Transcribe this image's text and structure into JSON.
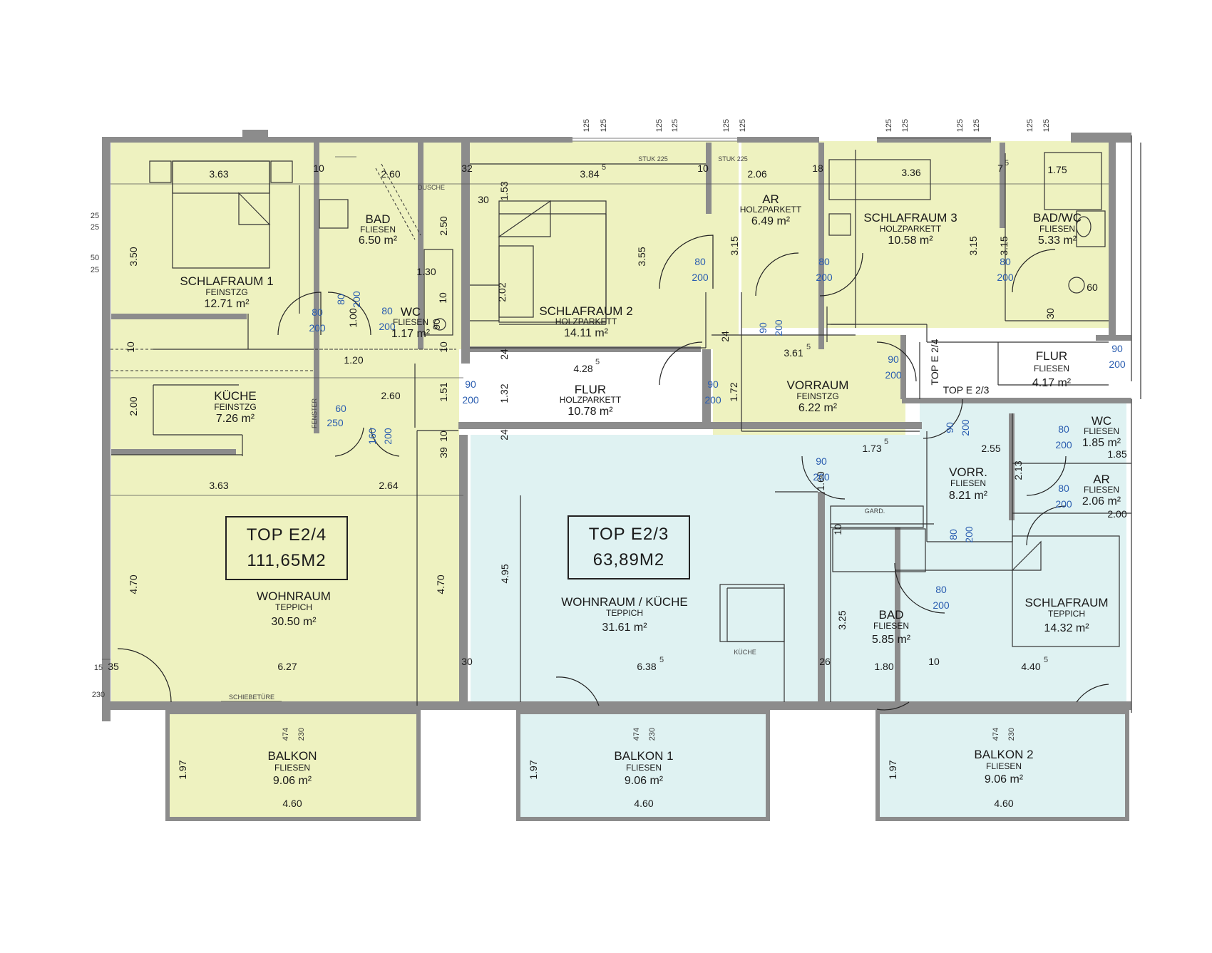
{
  "units": [
    {
      "id": "top-e2-4",
      "title": "TOP E2/4",
      "area": "111,65M2",
      "color": "#eef2c0"
    },
    {
      "id": "top-e2-3",
      "title": "TOP E2/3",
      "area": "63,89M2",
      "color": "#dff2f2"
    }
  ],
  "rooms": {
    "schlafraum1": {
      "name": "SCHLAFRAUM 1",
      "floor": "FEINSTZG",
      "area": "12.71 m²"
    },
    "bad1": {
      "name": "BAD",
      "floor": "FLIESEN",
      "area": "6.50 m²"
    },
    "wc1": {
      "name": "WC",
      "floor": "FLIESEN",
      "area": "1.17 m²"
    },
    "kueche": {
      "name": "KÜCHE",
      "floor": "FEINSTZG",
      "area": "7.26 m²"
    },
    "wohnraum1": {
      "name": "WOHNRAUM",
      "floor": "TEPPICH",
      "area": "30.50 m²"
    },
    "schlafraum2": {
      "name": "SCHLAFRAUM 2",
      "floor": "HOLZPARKETT",
      "area": "14.11 m²"
    },
    "ar1": {
      "name": "AR",
      "floor": "HOLZPARKETT",
      "area": "6.49 m²"
    },
    "schlafraum3": {
      "name": "SCHLAFRAUM 3",
      "floor": "HOLZPARKETT",
      "area": "10.58 m²"
    },
    "badwc": {
      "name": "BAD/WC",
      "floor": "FLIESEN",
      "area": "5.33 m²"
    },
    "flur1": {
      "name": "FLUR",
      "floor": "HOLZPARKETT",
      "area": "10.78 m²"
    },
    "vorraum": {
      "name": "VORRAUM",
      "floor": "FEINSTZG",
      "area": "6.22 m²"
    },
    "flur2": {
      "name": "FLUR",
      "floor": "FLIESEN",
      "area": "4.17 m²"
    },
    "wc2": {
      "name": "WC",
      "floor": "FLIESEN",
      "area": "1.85 m²"
    },
    "vorr": {
      "name": "VORR.",
      "floor": "FLIESEN",
      "area": "8.21 m²"
    },
    "ar2": {
      "name": "AR",
      "floor": "FLIESEN",
      "area": "2.06 m²"
    },
    "wohnkueche": {
      "name": "WOHNRAUM / KÜCHE",
      "floor": "TEPPICH",
      "area": "31.61 m²"
    },
    "bad2": {
      "name": "BAD",
      "floor": "FLIESEN",
      "area": "5.85 m²"
    },
    "schlafraum4": {
      "name": "SCHLAFRAUM",
      "floor": "TEPPICH",
      "area": "14.32 m²"
    },
    "balkon": {
      "name": "BALKON",
      "floor": "FLIESEN",
      "area": "9.06 m²"
    },
    "balkon1": {
      "name": "BALKON 1",
      "floor": "FLIESEN",
      "area": "9.06 m²"
    },
    "balkon2": {
      "name": "BALKON 2",
      "floor": "FLIESEN",
      "area": "9.06 m²"
    }
  },
  "labels": {
    "dusche": "DUSCHE",
    "stuk": "STUK 225",
    "gard": "GARD.",
    "kueche_small": "KÜCHE",
    "schiebetuere": "SCHIEBETÜRE",
    "fenster": "FENSTER",
    "top_e24_small": "TOP E 2/4",
    "top_e23_small": "TOP E 2/3"
  },
  "dims": {
    "d363": "3.63",
    "d260": "2.60",
    "d32": "32",
    "d384": "3.84",
    "d384sup": "5",
    "d10": "10",
    "d206": "2.06",
    "d18": "18",
    "d336": "3.36",
    "d75": "7",
    "d75sup": "5",
    "d175": "1.75",
    "d153": "1.53",
    "d30": "30",
    "d250": "2.50",
    "d350": "3.50",
    "d355": "3.55",
    "d315": "3.15",
    "d130": "1.30",
    "d100": "1.00",
    "d202": "2.02",
    "d120": "1.20",
    "d24": "24",
    "d428": "4.28",
    "d428sup": "5",
    "d361": "3.61",
    "d361sup": "5",
    "d151": "1.51",
    "d132": "1.32",
    "d172": "1.72",
    "d200": "2.00",
    "d264": "2.64",
    "d39": "39",
    "d173": "1.73",
    "d173sup": "5",
    "d255": "2.55",
    "d213": "2.13",
    "d185": "1.85",
    "d160": "1.60",
    "d470": "4.70",
    "d495": "4.95",
    "d325": "3.25",
    "d627": "6.27",
    "d638": "6.38",
    "d638sup": "5",
    "d26": "26",
    "d180": "1.80",
    "d440": "4.40",
    "d440sup": "5",
    "d35": "35",
    "d15": "15",
    "d230": "230",
    "d197": "1.97",
    "d460": "4.60",
    "d474": "474",
    "d125": "125",
    "d25": "25",
    "d50": "50",
    "d90": "90",
    "d60": "60"
  },
  "doors": {
    "d80": "80",
    "d200": "200",
    "d90": "90",
    "d60": "60",
    "d250": "250",
    "d160": "160"
  }
}
